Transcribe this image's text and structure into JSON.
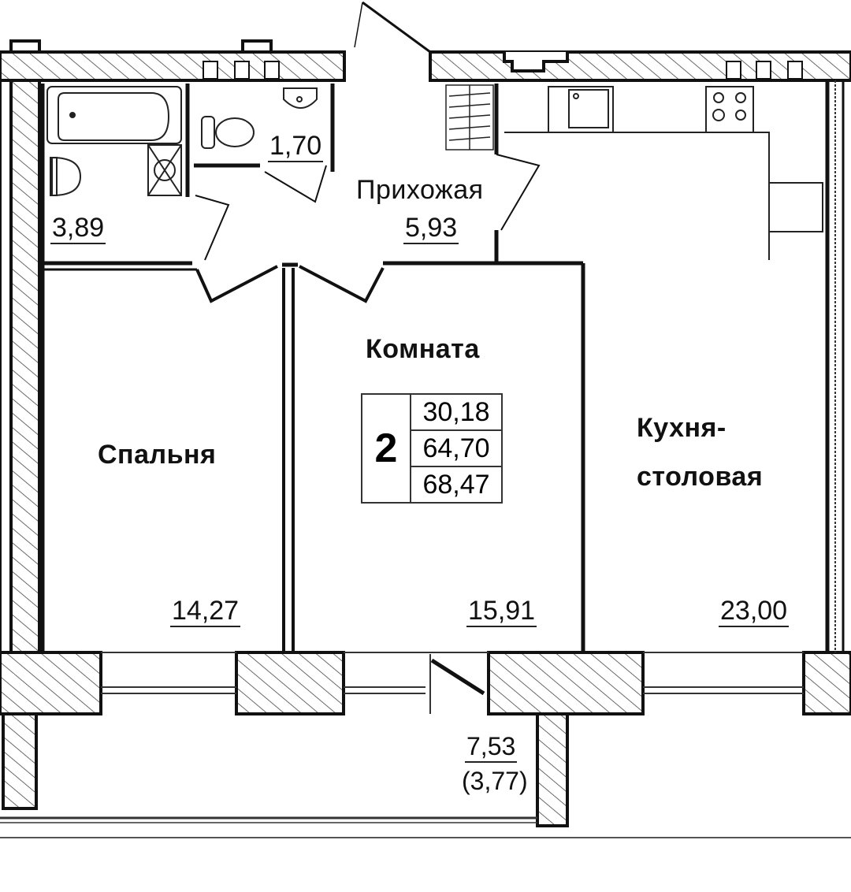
{
  "plan": {
    "type": "apartment floor plan",
    "rooms": [
      {
        "id": "bathroom",
        "name": "",
        "area": "3,89"
      },
      {
        "id": "toilet",
        "name": "",
        "area": "1,70"
      },
      {
        "id": "hallway",
        "name": "Прихожая",
        "area": "5,93"
      },
      {
        "id": "bedroom",
        "name": "Спальня",
        "area": "14,27"
      },
      {
        "id": "room",
        "name": "Комната",
        "area": "15,91"
      },
      {
        "id": "kitchen",
        "name_line1": "Кухня-",
        "name_line2": "столовая",
        "area": "23,00"
      },
      {
        "id": "loggia",
        "name": "",
        "area": "7,53",
        "area_reduced": "(3,77)"
      }
    ],
    "summary": {
      "rooms_count": "2",
      "living_area": "30,18",
      "total_area": "64,70",
      "total_with_loggia": "68,47"
    },
    "colors": {
      "wall": "#111111",
      "hatch": "#444444",
      "background": "#ffffff"
    }
  }
}
